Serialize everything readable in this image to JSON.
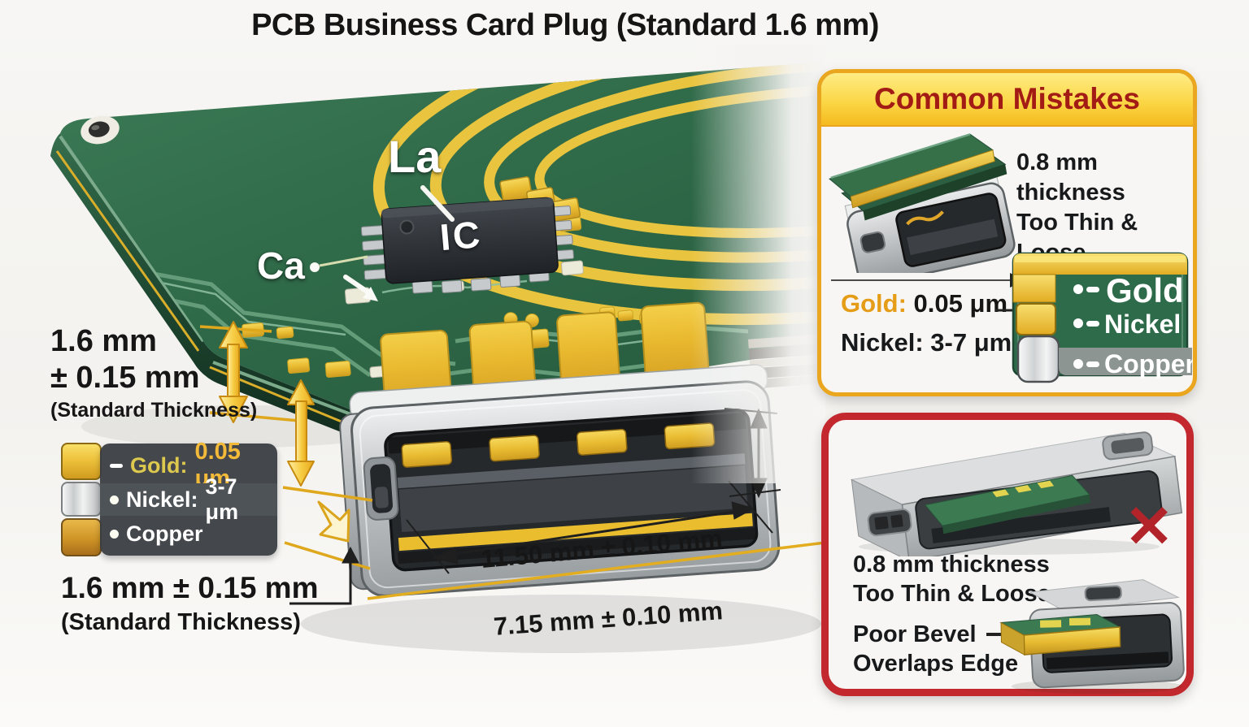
{
  "title": "PCB Business Card Plug (Standard 1.6 mm)",
  "board": {
    "label_la": "La",
    "label_ca": "Ca",
    "chip_label": "IC"
  },
  "dimensions": {
    "thickness_top_value": "1.6 mm",
    "thickness_top_tolerance": "± 0.15 mm",
    "thickness_top_note": "(Standard Thickness)",
    "thickness_bottom_value": "1.6 mm ± 0.15 mm",
    "thickness_bottom_note": "(Standard Thickness)",
    "plug_width": "11.50 mm ± 0.10 mm",
    "plug_depth": "7.15 mm ± 0.10 mm"
  },
  "plating_callout": {
    "gold_label": "Gold:",
    "gold_value": "0.05 μm",
    "nickel_label": "Nickel:",
    "nickel_value": "3-7 μm",
    "copper_label": "Copper"
  },
  "mistakes_panel": {
    "title": "Common Mistakes",
    "issue_line1": "0.8 mm thickness",
    "issue_line2": "Too Thin & Loose",
    "gold_label": "Gold:",
    "gold_value": "0.05 μm",
    "nickel_label": "Nickel:",
    "nickel_value": "3-7 μm",
    "layer_gold": "Gold",
    "layer_nickel": "Nickel",
    "layer_copper": "Copper"
  },
  "error_panel": {
    "issue_line1": "0.8 mm thickness",
    "issue_line2": "Too Thin & Loose",
    "bevel_line1": "Poor Bevel",
    "bevel_line2": "Overlaps Edge",
    "reject_mark": "✕"
  },
  "colors": {
    "background": "#f5f4f2",
    "pcb_green": "#2e6b47",
    "trace_gold": "#e9c43e",
    "panel_border_gold": "#e8a61f",
    "header_red": "#a31b15",
    "error_red": "#c2282d",
    "metal_gray": "#b9bcbe"
  }
}
